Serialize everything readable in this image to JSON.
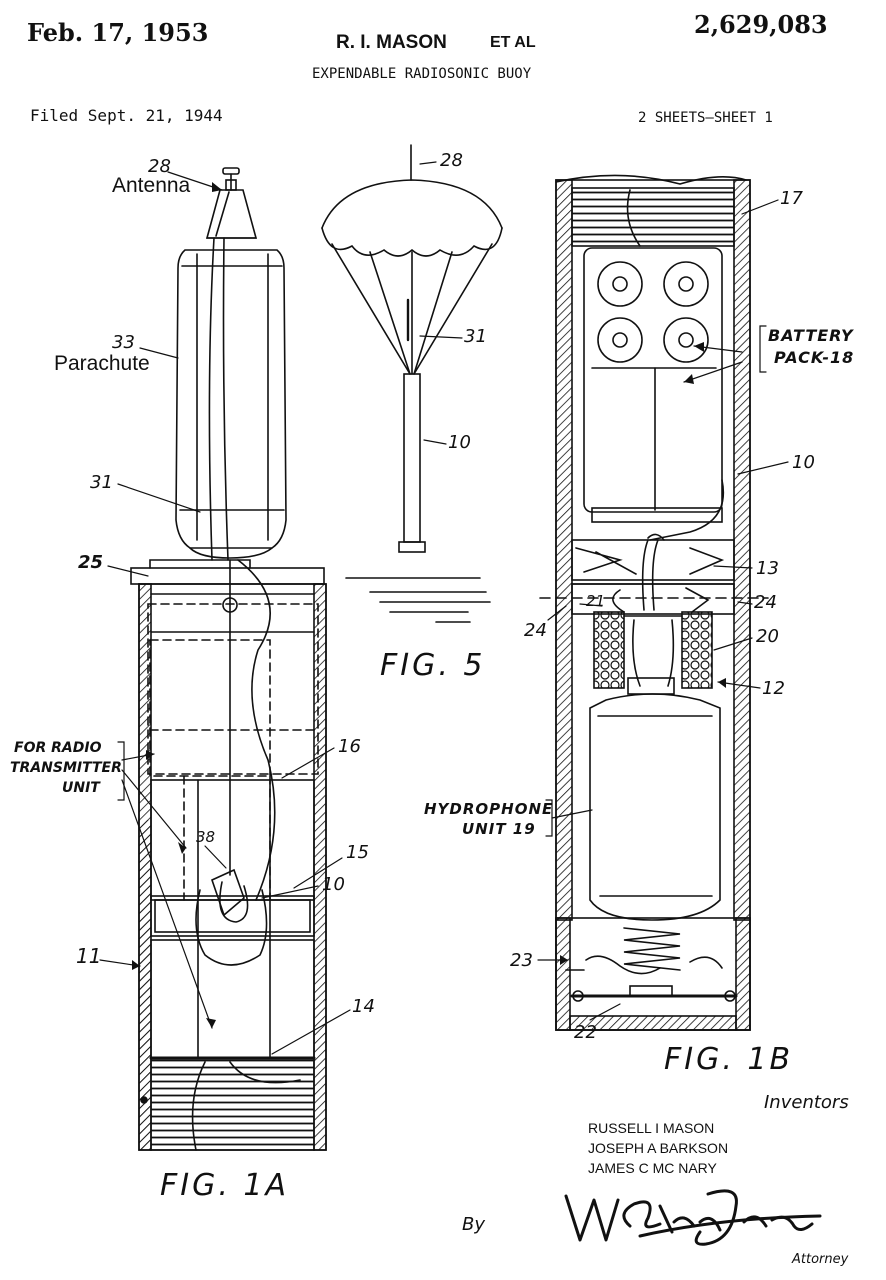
{
  "header": {
    "date": "Feb. 17, 1953",
    "inventor_line": "R. I. MASON",
    "et_al": "ET AL",
    "patent_number": "2,629,083",
    "title": "EXPENDABLE RADIOSONIC BUOY",
    "filed": "Filed Sept. 21, 1944",
    "sheets": "2 SHEETS—SHEET 1"
  },
  "fig1a": {
    "caption": "FIG. 1A",
    "labels": {
      "ref_28": "28",
      "antenna": "Antenna",
      "ref_33": "33",
      "parachute": "Parachute",
      "ref_31": "31",
      "ref_25": "25",
      "ref_16": "16",
      "ref_38": "38",
      "ref_15": "15",
      "ref_10": "10",
      "ref_11": "11",
      "ref_14": "14",
      "radio_line1": "FOR RADIO",
      "radio_line2": "TRANSMITTER",
      "radio_line3": "UNIT"
    }
  },
  "fig5": {
    "caption": "FIG. 5",
    "labels": {
      "ref_28": "28",
      "ref_31": "31",
      "ref_10": "10"
    }
  },
  "fig1b": {
    "caption": "FIG. 1B",
    "labels": {
      "ref_17": "17",
      "battery_line1": "BATTERY",
      "battery_line2": "PACK-18",
      "ref_10": "10",
      "ref_13": "13",
      "ref_21": "21",
      "ref_24_left": "24",
      "ref_24_right": "24",
      "ref_20": "20",
      "ref_12": "12",
      "hydro_line1": "HYDROPHONE",
      "hydro_line2": "UNIT 19",
      "ref_23": "23",
      "ref_22": "22"
    }
  },
  "footer": {
    "inventors_label": "Inventors",
    "inventor_1": "RUSSELL I MASON",
    "inventor_2": "JOSEPH A BARKSON",
    "inventor_3": "JAMES C MC NARY",
    "by": "By",
    "attorney_label": "Attorney"
  },
  "signature": {
    "kind": "handwritten",
    "text": "W Glenn Jones"
  },
  "colors": {
    "ink": "#111111",
    "paper": "#ffffff"
  }
}
